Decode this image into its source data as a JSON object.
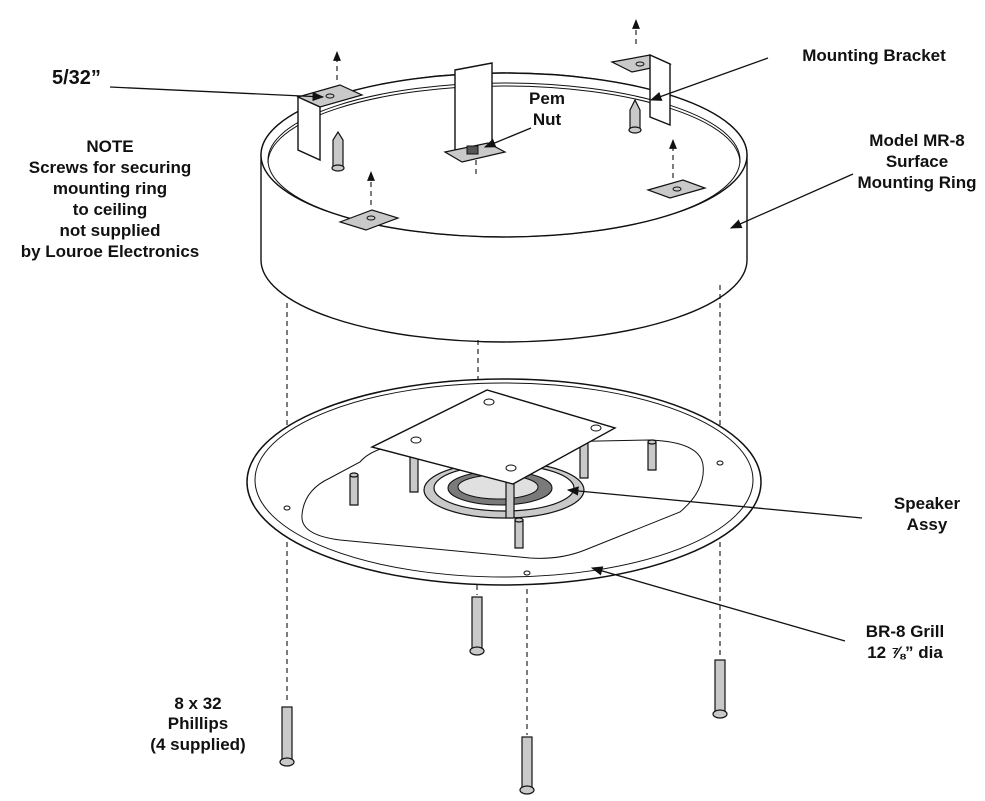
{
  "labels": {
    "size": "5/32”",
    "note": [
      "NOTE",
      "Screws for securing",
      "mounting ring",
      "to ceiling",
      "not supplied",
      "by Louroe Electronics"
    ],
    "pem_nut": [
      "Pem",
      "Nut"
    ],
    "mounting_bracket": "Mounting Bracket",
    "mounting_ring": [
      "Model MR-8",
      "Surface",
      "Mounting Ring"
    ],
    "speaker": [
      "Speaker",
      "Assy"
    ],
    "grill": [
      "BR-8 Grill",
      "12 ⅞” dia"
    ],
    "screws": [
      "8 x 32",
      "Phillips",
      "(4 supplied)"
    ]
  }
}
